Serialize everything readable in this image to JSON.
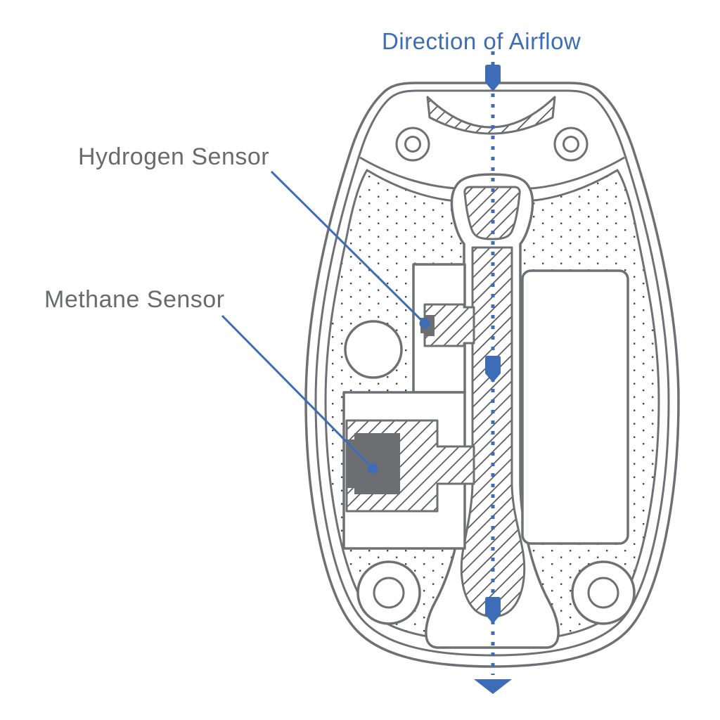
{
  "title": "Direction of Airflow",
  "callouts": {
    "hydrogen": {
      "label": "Hydrogen Sensor"
    },
    "methane": {
      "label": "Methane Sensor"
    }
  },
  "icons": {
    "airflow_arrow": "down-bullet-arrow",
    "airflow_arrowhead": "down-triangle-arrow"
  },
  "colors": {
    "accent_blue": "#3C6DB6",
    "outline_gray": "#6F7073",
    "sensor_fill_gray": "#6D6E71",
    "label_text_gray": "#696A6D"
  }
}
